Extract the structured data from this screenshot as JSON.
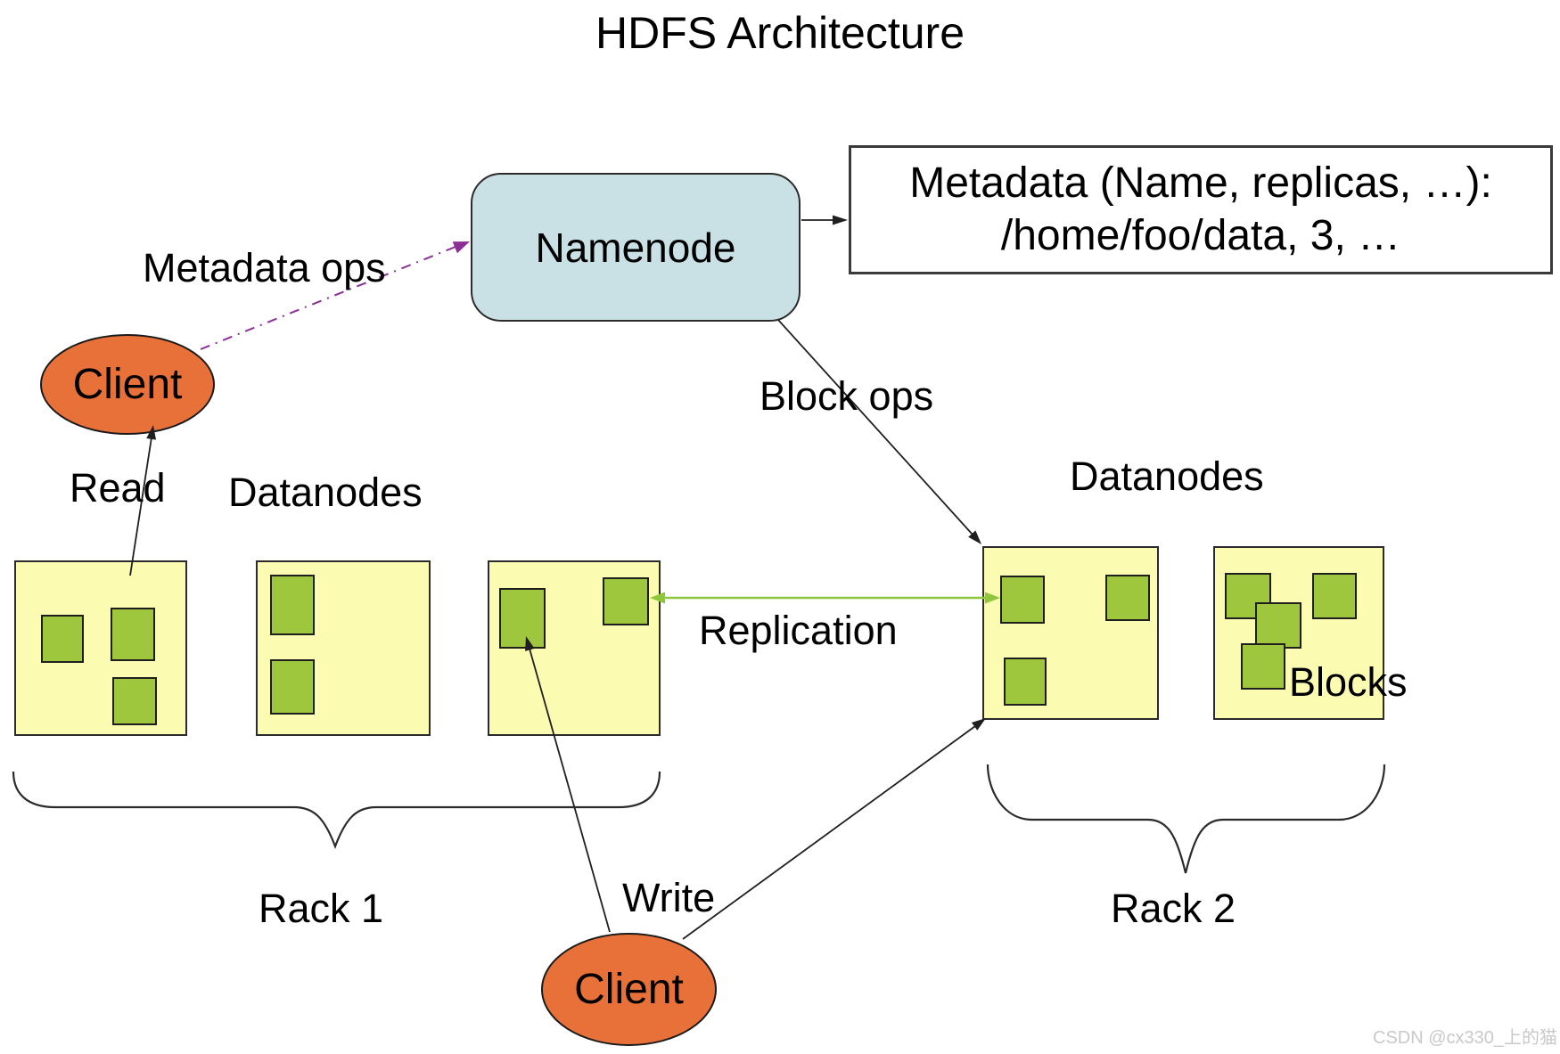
{
  "title": "HDFS Architecture",
  "namenode": {
    "label": "Namenode"
  },
  "metadata_box": {
    "line1": "Metadata (Name, replicas, …):",
    "line2": "/home/foo/data, 3, …"
  },
  "clients": {
    "top": {
      "label": "Client"
    },
    "bottom": {
      "label": "Client"
    }
  },
  "arrow_labels": {
    "metadata_ops": "Metadata ops",
    "block_ops": "Block ops",
    "read": "Read",
    "write": "Write",
    "replication": "Replication"
  },
  "section_labels": {
    "datanodes_left": "Datanodes",
    "datanodes_right": "Datanodes",
    "blocks": "Blocks"
  },
  "racks": {
    "left": {
      "label": "Rack 1",
      "datanode_block_counts": [
        3,
        2,
        2
      ]
    },
    "right": {
      "label": "Rack 2",
      "datanode_block_counts": [
        3,
        4
      ]
    }
  },
  "watermark": "CSDN @cx330_上的猫",
  "colors": {
    "text": "#000000",
    "line": "#1f1f1f",
    "box_border": "#2b2b2b",
    "namenode_fill": "#c9e1e4",
    "datanode_fill": "#fbfbb2",
    "block_fill": "#9fc73d",
    "client_fill": "#e8713a",
    "replication": "#8fc63c",
    "metadata_ops": "#8b2f96",
    "watermark": "#c9c9c9"
  }
}
